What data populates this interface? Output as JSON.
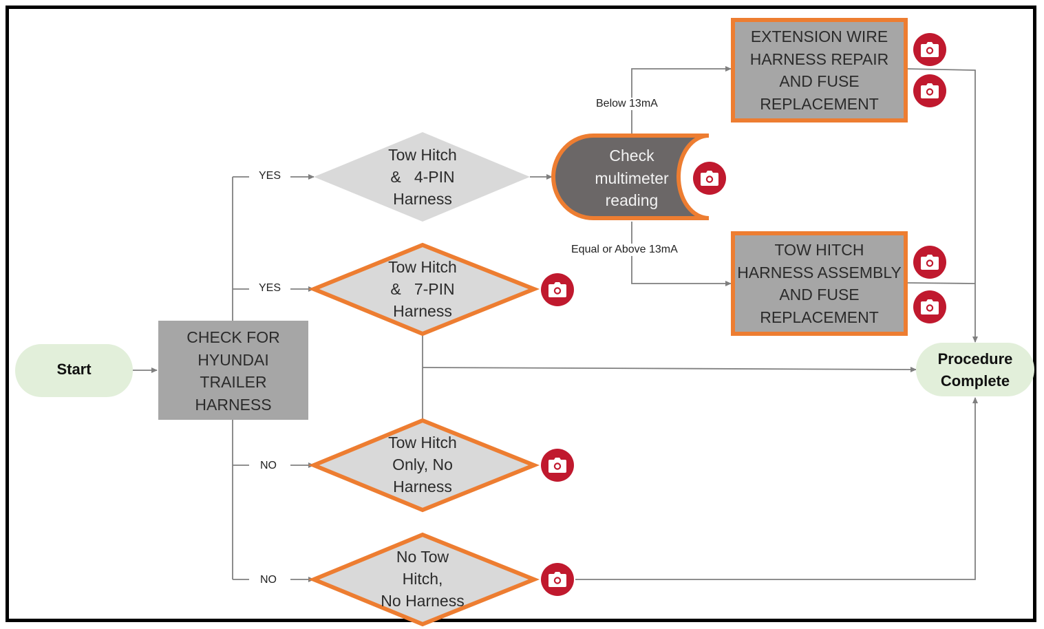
{
  "nodes": {
    "start": "Start",
    "check_harness": [
      "CHECK FOR",
      "HYUNDAI",
      "TRAILER",
      "HARNESS"
    ],
    "tow_4pin": [
      "Tow Hitch",
      "&   4-PIN",
      "Harness"
    ],
    "tow_7pin": [
      "Tow Hitch",
      "&   7-PIN",
      "Harness"
    ],
    "tow_only": [
      "Tow Hitch",
      "Only, No",
      "Harness"
    ],
    "no_tow": [
      "No Tow",
      "Hitch,",
      "No Harness"
    ],
    "multimeter": [
      "Check",
      "multimeter",
      "reading"
    ],
    "extension_repair": [
      "EXTENSION WIRE",
      "HARNESS REPAIR",
      "AND FUSE",
      "REPLACEMENT"
    ],
    "tow_assembly": [
      "TOW HITCH",
      "HARNESS ASSEMBLY",
      "AND FUSE",
      "REPLACEMENT"
    ],
    "complete": [
      "Procedure",
      "Complete"
    ]
  },
  "edges": {
    "yes_4pin": "YES",
    "yes_7pin": "YES",
    "no_tow_only": "NO",
    "no_no_tow": "NO",
    "below": "Below 13mA",
    "equal_above": "Equal or Above 13mA"
  },
  "icons": {
    "camera": "camera-icon"
  },
  "colors": {
    "box_gray": "#a6a6a6",
    "diamond_gray": "#d9d9d9",
    "orange_border": "#ed7d31",
    "dark_cylinder": "#6b6767",
    "terminal_green": "#e2efda",
    "camera_red": "#c0192e"
  }
}
